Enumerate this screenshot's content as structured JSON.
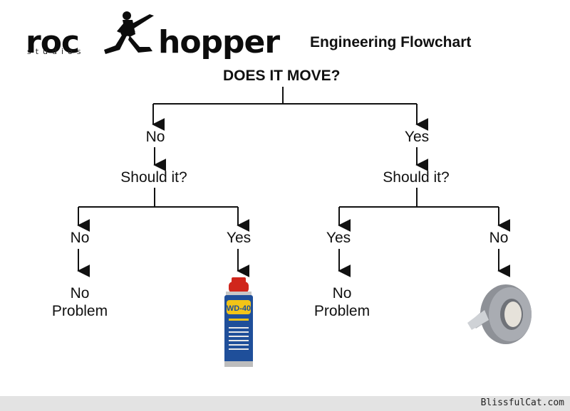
{
  "logo": {
    "left_text": "roc",
    "right_text": "hopper",
    "subtitle": "studios",
    "icon": "guitarist-icon"
  },
  "chart_title": "Engineering Flowchart",
  "root": "DOES IT MOVE?",
  "left_branch": {
    "label": "No",
    "question": "Should it?",
    "options": [
      {
        "label": "No",
        "result": "No Problem"
      },
      {
        "label": "Yes",
        "result_icon": "wd40-can-icon",
        "result_text": "WD-40"
      }
    ]
  },
  "right_branch": {
    "label": "Yes",
    "question": "Should it?",
    "options": [
      {
        "label": "Yes",
        "result": "No Problem"
      },
      {
        "label": "No",
        "result_icon": "duct-tape-icon"
      }
    ]
  },
  "footer": {
    "watermark": "BlissfulCat.com"
  },
  "colors": {
    "line": "#111111",
    "footer_bg": "#e3e3e3",
    "wd40_blue": "#1f4f9a",
    "wd40_yellow": "#f2c418",
    "wd40_red": "#d0261c",
    "tape": "#9a9da3"
  }
}
